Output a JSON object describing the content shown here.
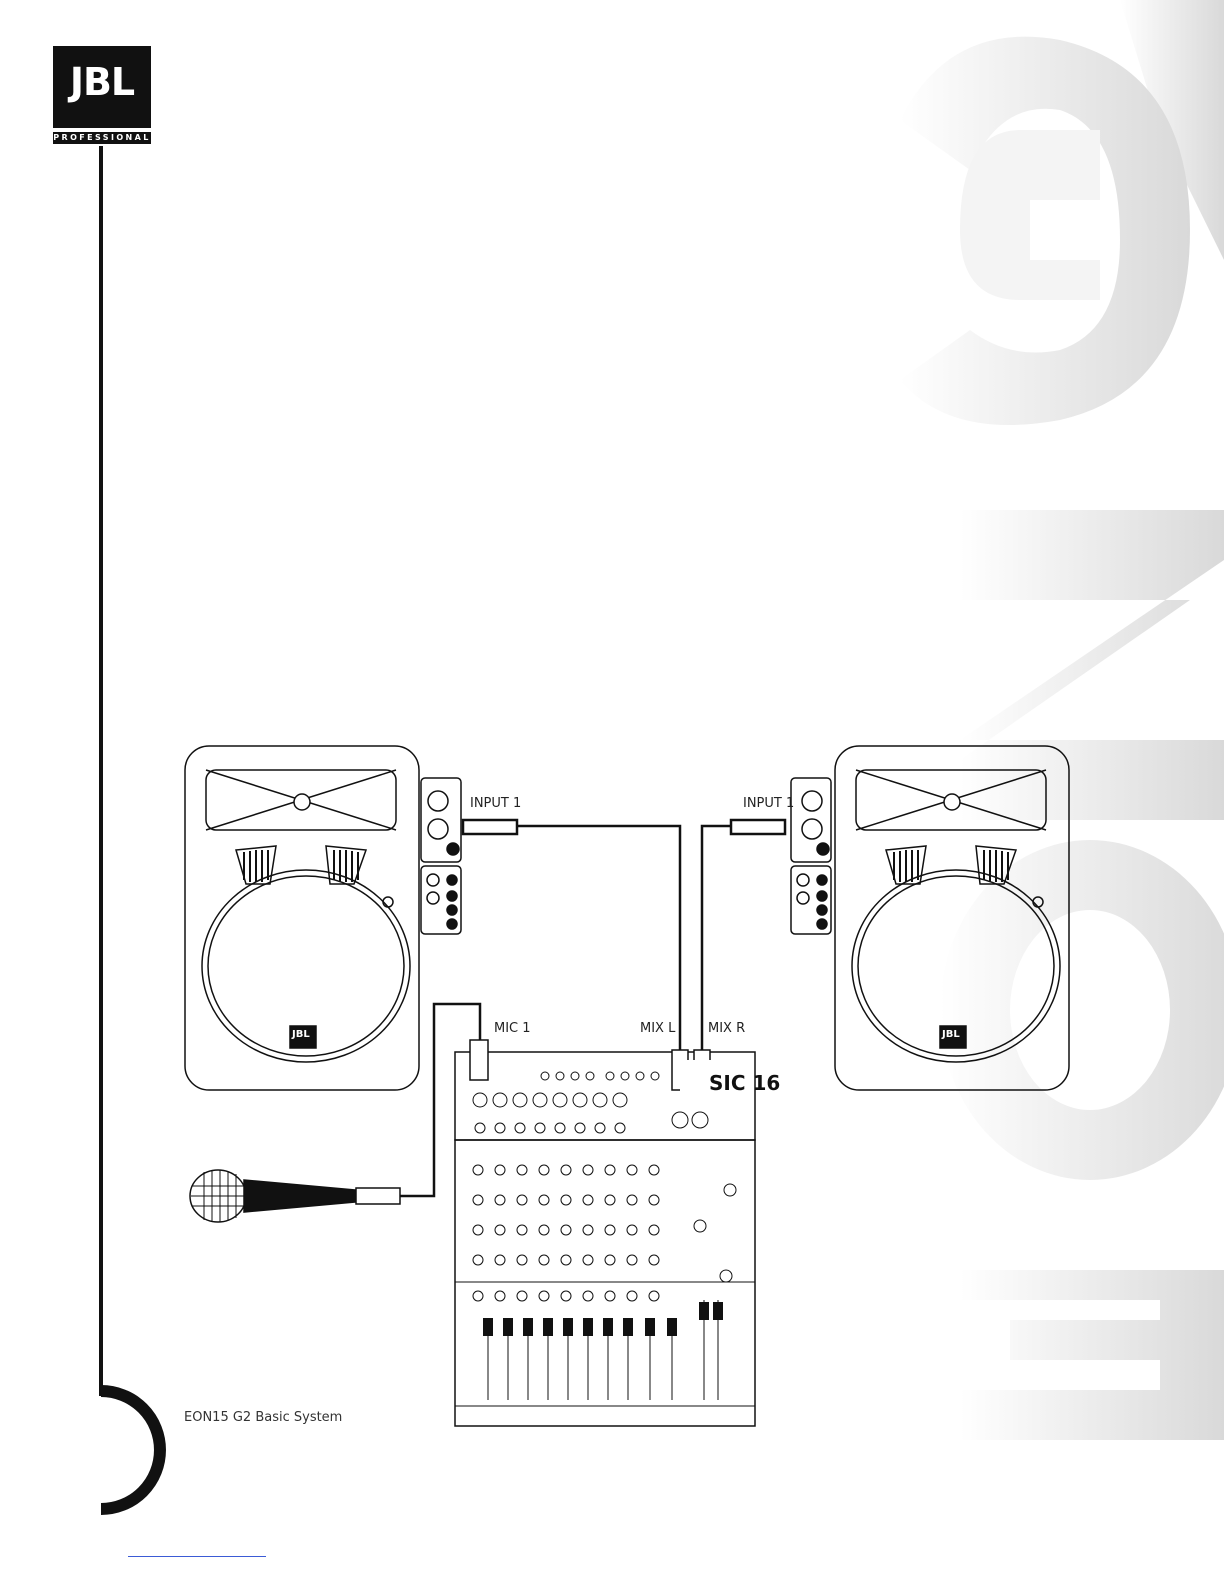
{
  "brand": {
    "logo_text": "JBL",
    "logo_subtitle": "PROFESSIONAL",
    "watermark_text": "EON G2"
  },
  "diagram": {
    "left_speaker": {
      "input_label": "INPUT 1",
      "badge": "JBL"
    },
    "right_speaker": {
      "input_label": "INPUT 1",
      "badge": "JBL"
    },
    "mixer": {
      "model_text": "SIC 16",
      "mic_label": "MIC 1",
      "mix_left_label": "MIX L",
      "mix_right_label": "MIX R"
    }
  },
  "caption": "EON15 G2 Basic System",
  "colors": {
    "ink": "#111111",
    "watermark": "#e6e6e6"
  }
}
